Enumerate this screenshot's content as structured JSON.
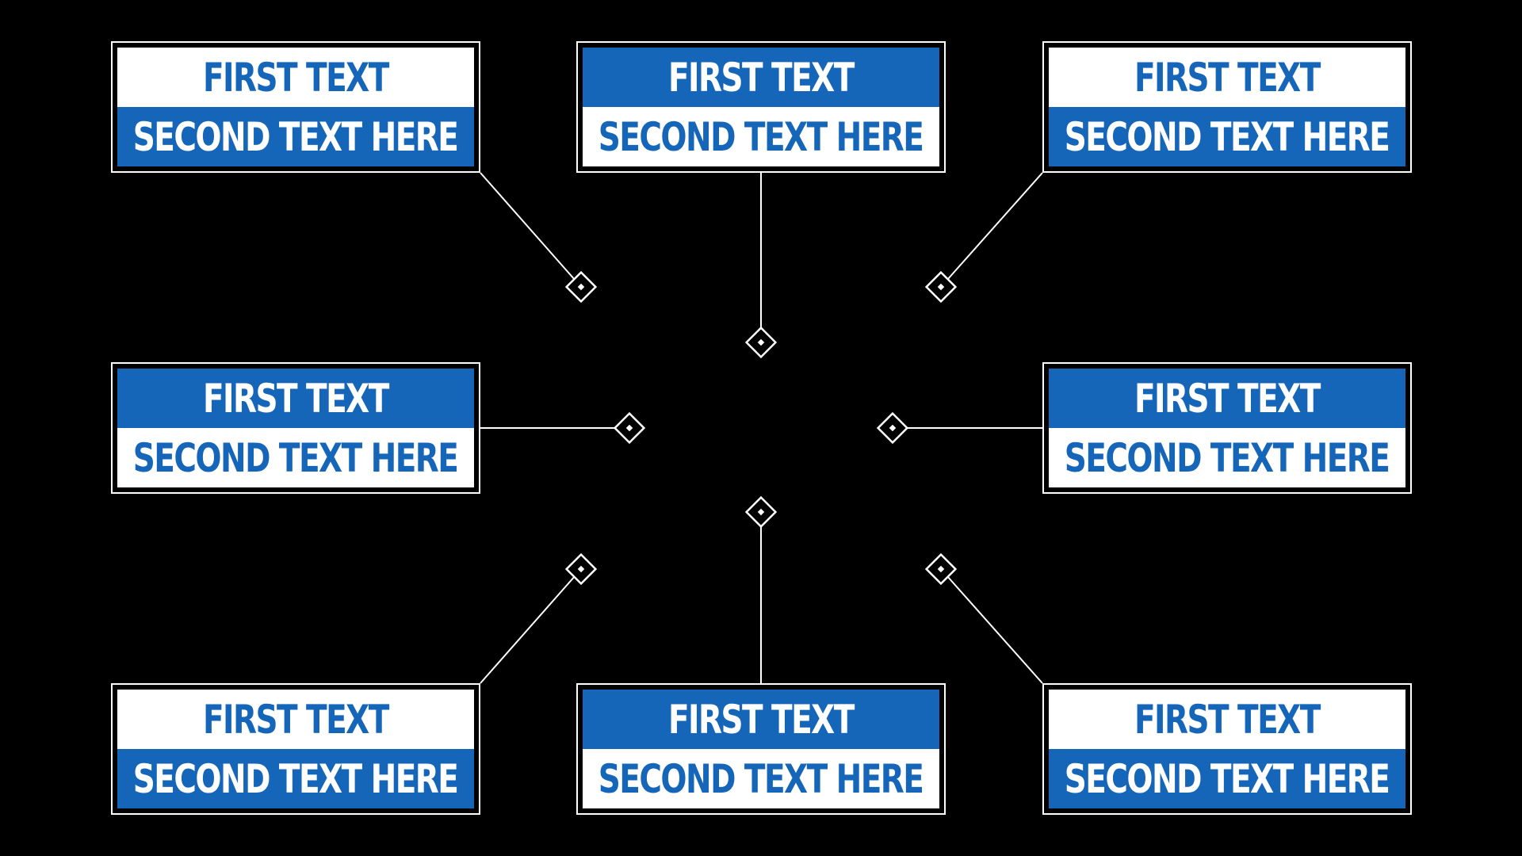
{
  "colors": {
    "background": "#000000",
    "accent_blue": "#1565b9",
    "white": "#ffffff",
    "line": "#ffffff"
  },
  "callouts": [
    {
      "id": "top-left",
      "first": "FIRST TEXT",
      "second": "SECOND TEXT HERE",
      "first_style": "white",
      "second_style": "blue"
    },
    {
      "id": "top-center",
      "first": "FIRST TEXT",
      "second": "SECOND TEXT HERE",
      "first_style": "blue",
      "second_style": "white"
    },
    {
      "id": "top-right",
      "first": "FIRST TEXT",
      "second": "SECOND TEXT HERE",
      "first_style": "white",
      "second_style": "blue"
    },
    {
      "id": "middle-left",
      "first": "FIRST TEXT",
      "second": "SECOND TEXT HERE",
      "first_style": "blue",
      "second_style": "white"
    },
    {
      "id": "middle-right",
      "first": "FIRST TEXT",
      "second": "SECOND TEXT HERE",
      "first_style": "blue",
      "second_style": "white"
    },
    {
      "id": "bottom-left",
      "first": "FIRST TEXT",
      "second": "SECOND TEXT HERE",
      "first_style": "white",
      "second_style": "blue"
    },
    {
      "id": "bottom-center",
      "first": "FIRST TEXT",
      "second": "SECOND TEXT HERE",
      "first_style": "blue",
      "second_style": "white"
    },
    {
      "id": "bottom-right",
      "first": "FIRST TEXT",
      "second": "SECOND TEXT HERE",
      "first_style": "white",
      "second_style": "blue"
    }
  ],
  "marker_icon": "diamond-marker-icon"
}
